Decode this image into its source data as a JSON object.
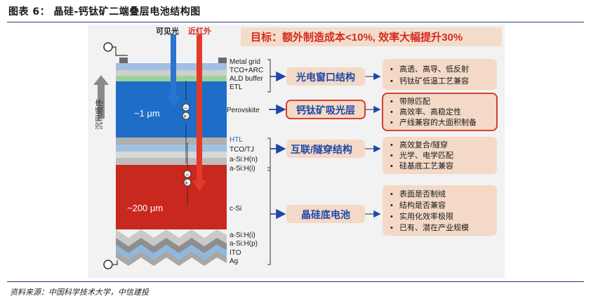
{
  "page": {
    "title": "图表 6：   晶硅-钙钛矿二端叠层电池结构图",
    "source": "资料来源：中国科学技术大学，中信建投"
  },
  "diagram": {
    "goal": "目标：额外制造成本<10%, 效率大幅提升30%",
    "light_visible": "可见光",
    "light_nir": "近红外",
    "deposition_order": "沉积顺序",
    "perovskite_thickness": "~1 μm",
    "silicon_thickness": "~200 μm",
    "charge_minus": "−",
    "charge_plus": "+",
    "layer_labels": {
      "metal_grid": "Metal grid",
      "tco_arc": "TCO+ARC",
      "ald_buffer": "ALD buffer",
      "etl": "ETL",
      "perovskite": "Perovskite",
      "htl": "HTL",
      "tco_tj": "TCO/TJ",
      "asih_n": "a-Si:H(n)",
      "asih_i_top": "a-Si:H(i)",
      "csi": "c-Si",
      "asih_i_bottom": "a-Si:H(i)",
      "asih_p": "a-Si:H(p)",
      "ito": "ITO",
      "ag": "Ag"
    },
    "groups": [
      {
        "label": "光电窗口结构",
        "points": [
          "高透、高导、低反射",
          "钙钛矿低温工艺兼容"
        ]
      },
      {
        "label": "钙钛矿吸光层",
        "points": [
          "带隙匹配",
          "高效率、高稳定性",
          "产线兼容的大面积制备"
        ]
      },
      {
        "label": "互联/隧穿结构",
        "points": [
          "高效复合/隧穿",
          "光学、电学匹配",
          "硅基底工艺兼容"
        ]
      },
      {
        "label": "晶硅底电池",
        "points": [
          "表面是否制绒",
          "结构是否兼容",
          "实用化效率极限",
          "已有、潜在产业规模"
        ]
      }
    ],
    "bullet": "•",
    "colors": {
      "perovskite": "#1e6ec7",
      "silicon": "#c9281e",
      "group_box": "#f3d9c6",
      "accent_red": "#d42a1f",
      "label_blue": "#1f47a8"
    }
  }
}
